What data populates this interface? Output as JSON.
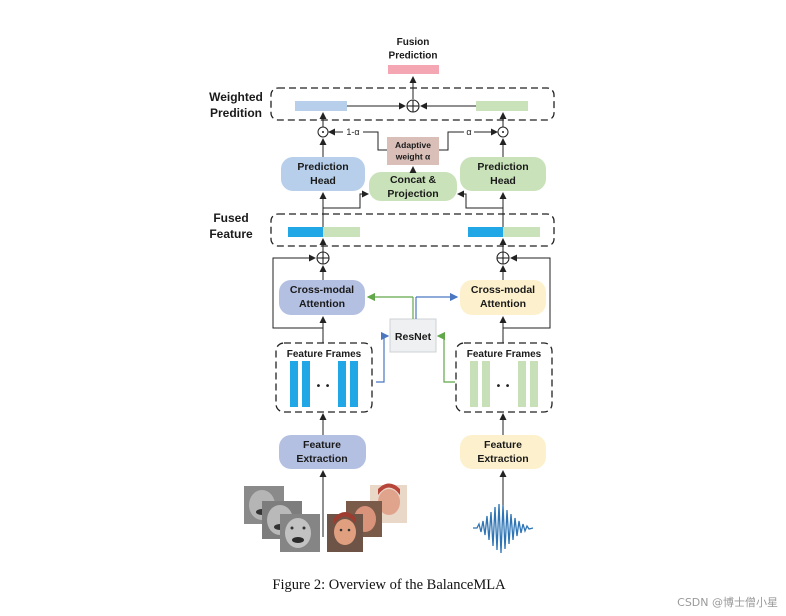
{
  "diagram": {
    "fusion_prediction": "Fusion\nPrediction",
    "weighted_prediction": "Weighted\nPredition",
    "fused_feature": "Fused\nFeature",
    "adaptive_weight": "Adaptive\nweight α",
    "one_minus_alpha": "1-α",
    "alpha": "α",
    "prediction_head_left": "Prediction\nHead",
    "prediction_head_right": "Prediction\nHead",
    "concat_projection": "Concat &\nProjection",
    "cross_modal_left": "Cross-modal\nAttention",
    "cross_modal_right": "Cross-modal\nAttention",
    "resnet": "ResNet",
    "feature_frames_left": "Feature Frames",
    "feature_frames_right": "Feature Frames",
    "frames_dots": "• •",
    "feature_extraction_left": "Feature\nExtraction",
    "feature_extraction_right": "Feature\nExtraction"
  },
  "caption": "Figure 2: Overview of the BalanceMLA",
  "watermark": "CSDN @博士僧小星",
  "colors": {
    "visual_blue": "#b7cfea",
    "attention_blue": "#b4c0e2",
    "audio_green": "#c9e2b9",
    "audio_yellow": "#fdf1cd",
    "frame_blue": "#21a7e6",
    "frame_green": "#c8e0b8",
    "fusion_pink": "#f4a7b2",
    "adaptive_tan": "#d9bfb8",
    "arrow_blue": "#4b77c0",
    "arrow_green": "#62a84a"
  }
}
